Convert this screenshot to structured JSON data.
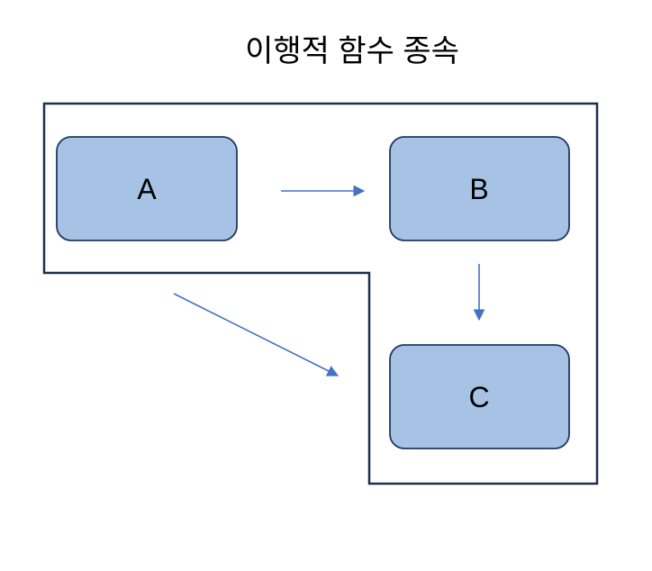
{
  "title": "이행적 함수 종속",
  "diagram": {
    "nodes": [
      {
        "id": "A",
        "label": "A"
      },
      {
        "id": "B",
        "label": "B"
      },
      {
        "id": "C",
        "label": "C"
      }
    ],
    "edges": [
      {
        "id": "A-to-B",
        "from": "A",
        "to": "B",
        "direction": "right"
      },
      {
        "id": "B-to-C",
        "from": "B",
        "to": "C",
        "direction": "down"
      },
      {
        "id": "A-to-C",
        "from": "A",
        "to": "C",
        "direction": "diagonal-down-right"
      }
    ]
  },
  "colors": {
    "background": "#ffffff",
    "outline": "#1f2f4f",
    "node_fill": "#a6c3e6",
    "node_border": "#24385e",
    "arrow": "#4472c4",
    "text": "#000000"
  }
}
